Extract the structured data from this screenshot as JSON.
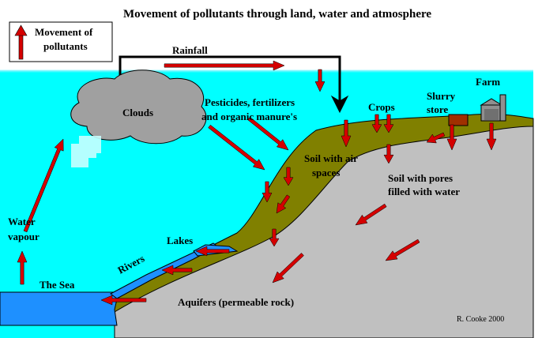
{
  "title": "Movement of pollutants through land, water and atmosphere",
  "legend": {
    "label_line1": "Movement of",
    "label_line2": "pollutants",
    "arrow_color": "#d40000"
  },
  "labels": {
    "rainfall": "Rainfall",
    "clouds": "Clouds",
    "pesticides_line1": "Pesticides, fertilizers",
    "pesticides_line2": "and organic manure's",
    "crops": "Crops",
    "slurry_line1": "Slurry",
    "slurry_line2": "store",
    "farm": "Farm",
    "soil_air_line1": "Soil with air",
    "soil_air_line2": "spaces",
    "soil_pores_line1": "Soil with pores",
    "soil_pores_line2": "filled with water",
    "water_vapour_line1": "Water",
    "water_vapour_line2": "vapour",
    "lakes": "Lakes",
    "rivers": "Rivers",
    "the_sea": "The Sea",
    "aquifers": "Aquifers (permeable rock)",
    "credit": "R. Cooke 2000"
  },
  "colors": {
    "sky": "#00ffff",
    "cloud": "#a0a0a0",
    "soil": "#808000",
    "rock": "#c0c0c0",
    "water": "#1e90ff",
    "arrow": "#d40000",
    "slurry_store": "#a03000"
  }
}
